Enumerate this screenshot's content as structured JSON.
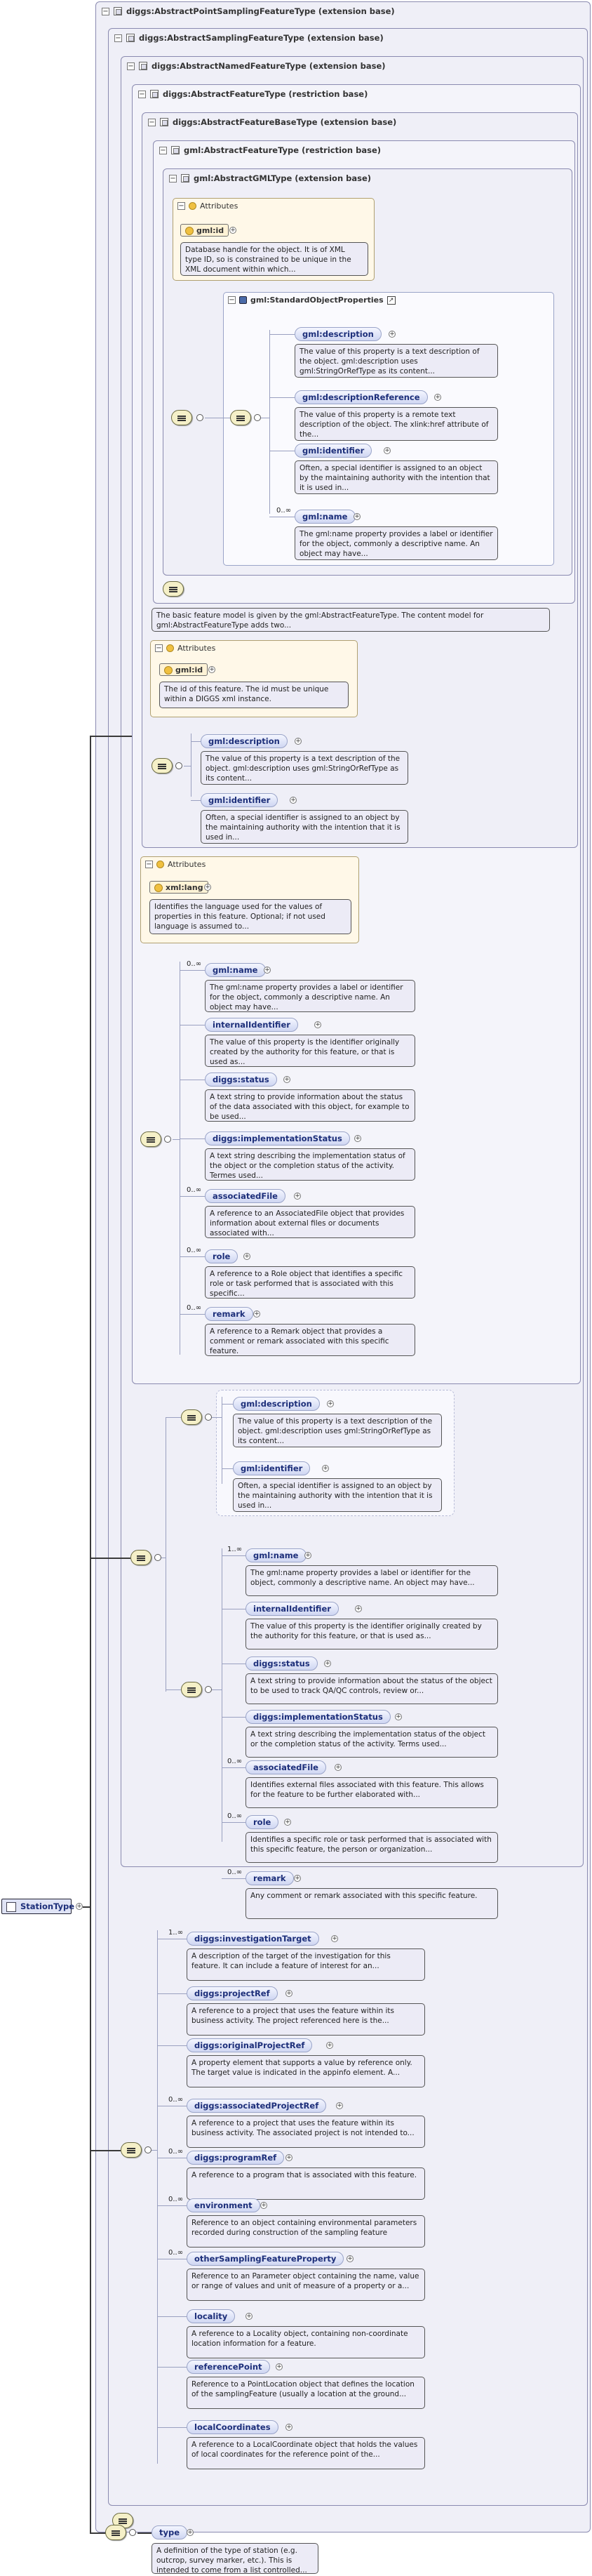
{
  "boxes": {
    "l1": "diggs:AbstractPointSamplingFeatureType (extension base)",
    "l2": "diggs:AbstractSamplingFeatureType (extension base)",
    "l3": "diggs:AbstractNamedFeatureType (extension base)",
    "l4": "diggs:AbstractFeatureType (restriction base)",
    "l5": "diggs:AbstractFeatureBaseType (extension base)",
    "l6": "gml:AbstractFeatureType (restriction base)",
    "l7": "gml:AbstractGMLType (extension base)",
    "std": "gml:StandardObjectProperties"
  },
  "attributes_label": "Attributes",
  "attr_gml": {
    "name": "gml:id",
    "desc": "Database handle for the object. It is of XML type ID, so is constrained to be unique in the XML document within which..."
  },
  "std_items": [
    {
      "name": "gml:description",
      "desc": "The value of this property is a text description of the object. gml:description uses gml:StringOrRefType as its content..."
    },
    {
      "name": "gml:descriptionReference",
      "desc": "The value of this property is a remote text description of the object. The xlink:href attribute of the..."
    },
    {
      "name": "gml:identifier",
      "desc": "Often, a special identifier is assigned to an object by the maintaining authority with the intention that it is used in..."
    },
    {
      "name": "gml:name",
      "card": "0..∞",
      "desc": "The gml:name property provides a label or identifier for the object, commonly a descriptive name. An object may have..."
    }
  ],
  "basic_feature_desc": "The basic feature model is given by the gml:AbstractFeatureType. The content model for gml:AbstractFeatureType adds two...",
  "attr_fb": {
    "name": "gml:id",
    "desc": "The id of this feature. The id must be unique within a DIGGS xml instance."
  },
  "fb_items": [
    {
      "name": "gml:description",
      "desc": "The value of this property is a text description of the object. gml:description uses gml:StringOrRefType as its content..."
    },
    {
      "name": "gml:identifier",
      "desc": "Often, a special identifier is assigned to an object by the maintaining authority with the intention that it is used in..."
    }
  ],
  "attr_af": {
    "name": "xml:lang",
    "desc": "Identifies the language used for the values of properties in this feature. Optional; if not used language is assumed to..."
  },
  "af_items": [
    {
      "name": "gml:name",
      "card": "0..∞",
      "desc": "The gml:name property provides a label or identifier for the object, commonly a descriptive name. An object may have..."
    },
    {
      "name": "internalIdentifier",
      "desc": "The value of this property is the identifier originally created by the authority for this feature, or that is used as..."
    },
    {
      "name": "diggs:status",
      "desc": "A text string to provide information about the status of the data associated with this object, for example to be used..."
    },
    {
      "name": "diggs:implementationStatus",
      "desc": "A text string describing the implementation status of the object or the completion status of the activity. Termes used..."
    },
    {
      "name": "associatedFile",
      "card": "0..∞",
      "desc": "A reference to an AssociatedFile object that provides information about external files or documents associated with..."
    },
    {
      "name": "role",
      "card": "0..∞",
      "desc": "A reference to a Role object that identifies a specific role or task performed that is associated with this specific..."
    },
    {
      "name": "remark",
      "card": "0..∞",
      "desc": "A reference to a Remark object that provides a comment or remark associated with this specific feature."
    }
  ],
  "nf_items_a": [
    {
      "name": "gml:description",
      "desc": "The value of this property is a text description of the object. gml:description uses gml:StringOrRefType as its content..."
    },
    {
      "name": "gml:identifier",
      "desc": "Often, a special identifier is assigned to an object by the maintaining authority with the intention that it is used in..."
    }
  ],
  "nf_items_b": [
    {
      "name": "gml:name",
      "card": "1..∞",
      "desc": "The gml:name property provides a label or identifier for the object, commonly a descriptive name. An object may have..."
    },
    {
      "name": "internalIdentifier",
      "desc": "The value of this property is the identifier originally created by the authority for this feature, or that is used as..."
    },
    {
      "name": "diggs:status",
      "desc": "A text string to provide information about the status of the object to be used to track QA/QC controls, review or..."
    },
    {
      "name": "diggs:implementationStatus",
      "desc": "A text string describing the implementation status of the object or the completion status of the activity. Terms used..."
    },
    {
      "name": "associatedFile",
      "card": "0..∞",
      "desc": "Identifies external files associated with this feature. This allows for the feature to be further elaborated with..."
    },
    {
      "name": "role",
      "card": "0..∞",
      "desc": "Identifies a specific role or task performed that is associated with this specific feature, the person or organization..."
    },
    {
      "name": "remark",
      "card": "0..∞",
      "desc": "Any comment or remark associated with this specific feature."
    }
  ],
  "sf_items": [
    {
      "name": "diggs:investigationTarget",
      "card": "1..∞",
      "desc": "A description of the target of the investigation for this feature. It can include a feature of interest for an..."
    },
    {
      "name": "diggs:projectRef",
      "desc": "A reference to a project that uses the feature within its business activity. The project referenced here is the..."
    },
    {
      "name": "diggs:originalProjectRef",
      "desc": "A property element that supports a value by reference only. The target value is indicated in the appinfo element. A..."
    },
    {
      "name": "diggs:associatedProjectRef",
      "card": "0..∞",
      "desc": "A reference to a project that uses the feature within its business activity. The associated project is not intended to..."
    },
    {
      "name": "diggs:programRef",
      "card": "0..∞",
      "desc": "A reference to a program that is associated with this feature."
    },
    {
      "name": "environment",
      "card": "0..∞",
      "desc": "Reference to an object containing environmental parameters recorded during construction of the sampling feature"
    },
    {
      "name": "otherSamplingFeatureProperty",
      "card": "0..∞",
      "desc": "Reference to an Parameter object containing the name, value or range of values and unit of measure of a property or a..."
    },
    {
      "name": "locality",
      "desc": "A reference to a Locality object, containing non-coordinate location information for a feature."
    },
    {
      "name": "referencePoint",
      "desc": "Reference to a PointLocation object that defines the location of the samplingFeature (usually a location at the ground..."
    },
    {
      "name": "localCoordinates",
      "desc": "A reference to a LocalCoordinate object that holds the values of local coordinates for the reference point of the..."
    }
  ],
  "root": {
    "name": "StationType"
  },
  "final": {
    "name": "type",
    "desc": "A definition of the type of station (e.g. outcrop, survey marker, etc.). This is intended to come from a list controlled..."
  }
}
